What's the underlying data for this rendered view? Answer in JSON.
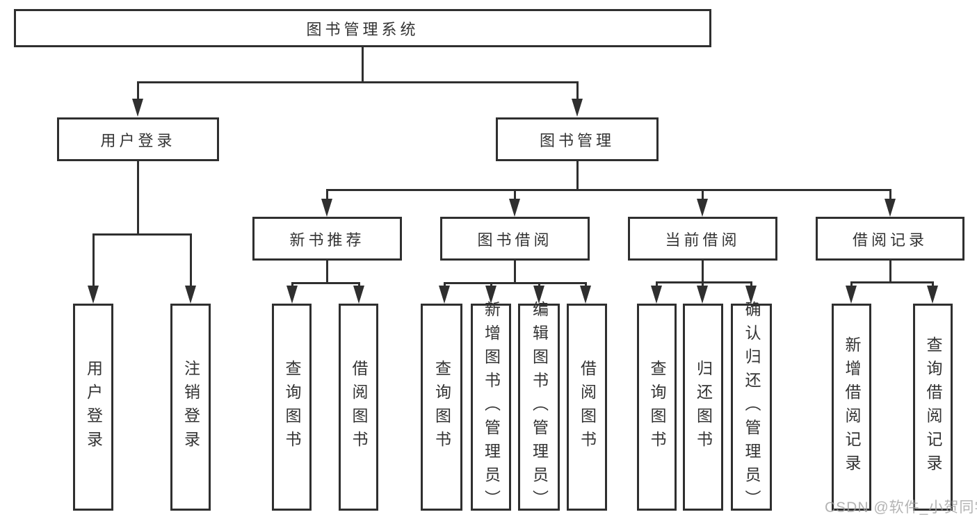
{
  "tree": {
    "label": "图书管理系统",
    "children": [
      {
        "label": "用户登录",
        "children": [
          {
            "label": "用户登录"
          },
          {
            "label": "注销登录"
          }
        ]
      },
      {
        "label": "图书管理",
        "children": [
          {
            "label": "新书推荐",
            "children": [
              {
                "label": "查询图书"
              },
              {
                "label": "借阅图书"
              }
            ]
          },
          {
            "label": "图书借阅",
            "children": [
              {
                "label": "查询图书"
              },
              {
                "label": "新增图书（管理员）"
              },
              {
                "label": "编辑图书（管理员）"
              },
              {
                "label": "借阅图书"
              }
            ]
          },
          {
            "label": "当前借阅",
            "children": [
              {
                "label": "查询图书"
              },
              {
                "label": "归还图书"
              },
              {
                "label": "确认归还（管理员）"
              }
            ]
          },
          {
            "label": "借阅记录",
            "children": [
              {
                "label": "新增借阅记录"
              },
              {
                "label": "查询借阅记录"
              }
            ]
          }
        ]
      }
    ]
  },
  "watermark": {
    "text": "CSDN @软件_小贺同学"
  },
  "colors": {
    "stroke": "#2f2f2f",
    "text": "#333333",
    "background": "#ffffff",
    "watermark": "#a0a0a0"
  }
}
